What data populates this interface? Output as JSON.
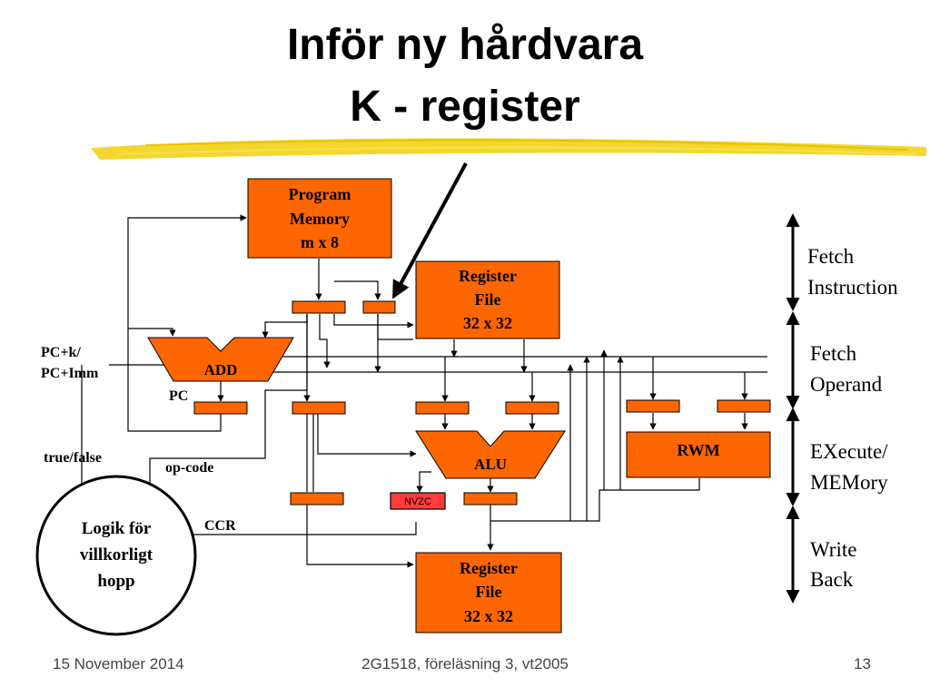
{
  "title": {
    "line1": "Inför ny hårdvara",
    "line2": "K - register"
  },
  "blocks": {
    "program_memory": [
      "Program",
      "Memory",
      "m x 8"
    ],
    "register_file_top": [
      "Register",
      "File",
      "32 x 32"
    ],
    "register_file_bottom": [
      "Register",
      "File",
      "32 x 32"
    ],
    "rwm": "RWM",
    "alu": "ALU",
    "add": "ADD",
    "nvzc": "NVZC"
  },
  "labels": {
    "pc_k": "PC+k/",
    "pc_imm": "PC+Imm",
    "pc": "PC",
    "true_false": "true/false",
    "op_code": "op-code",
    "ccr": "CCR",
    "logic": [
      "Logik för",
      "villkorligt",
      "hopp"
    ]
  },
  "stages": [
    {
      "lines": [
        "Fetch",
        "Instruction"
      ]
    },
    {
      "lines": [
        "Fetch",
        "Operand"
      ]
    },
    {
      "lines": [
        "EXecute/",
        "MEMory"
      ]
    },
    {
      "lines": [
        "Write",
        "Back"
      ]
    }
  ],
  "footer": {
    "date": "15 November 2014",
    "course": "2G1518, föreläsning 3, vt2005",
    "page": "13"
  },
  "colors": {
    "block": "#FF6600",
    "nvzc": "#FF3B3B",
    "highlight": "#F2D318"
  }
}
